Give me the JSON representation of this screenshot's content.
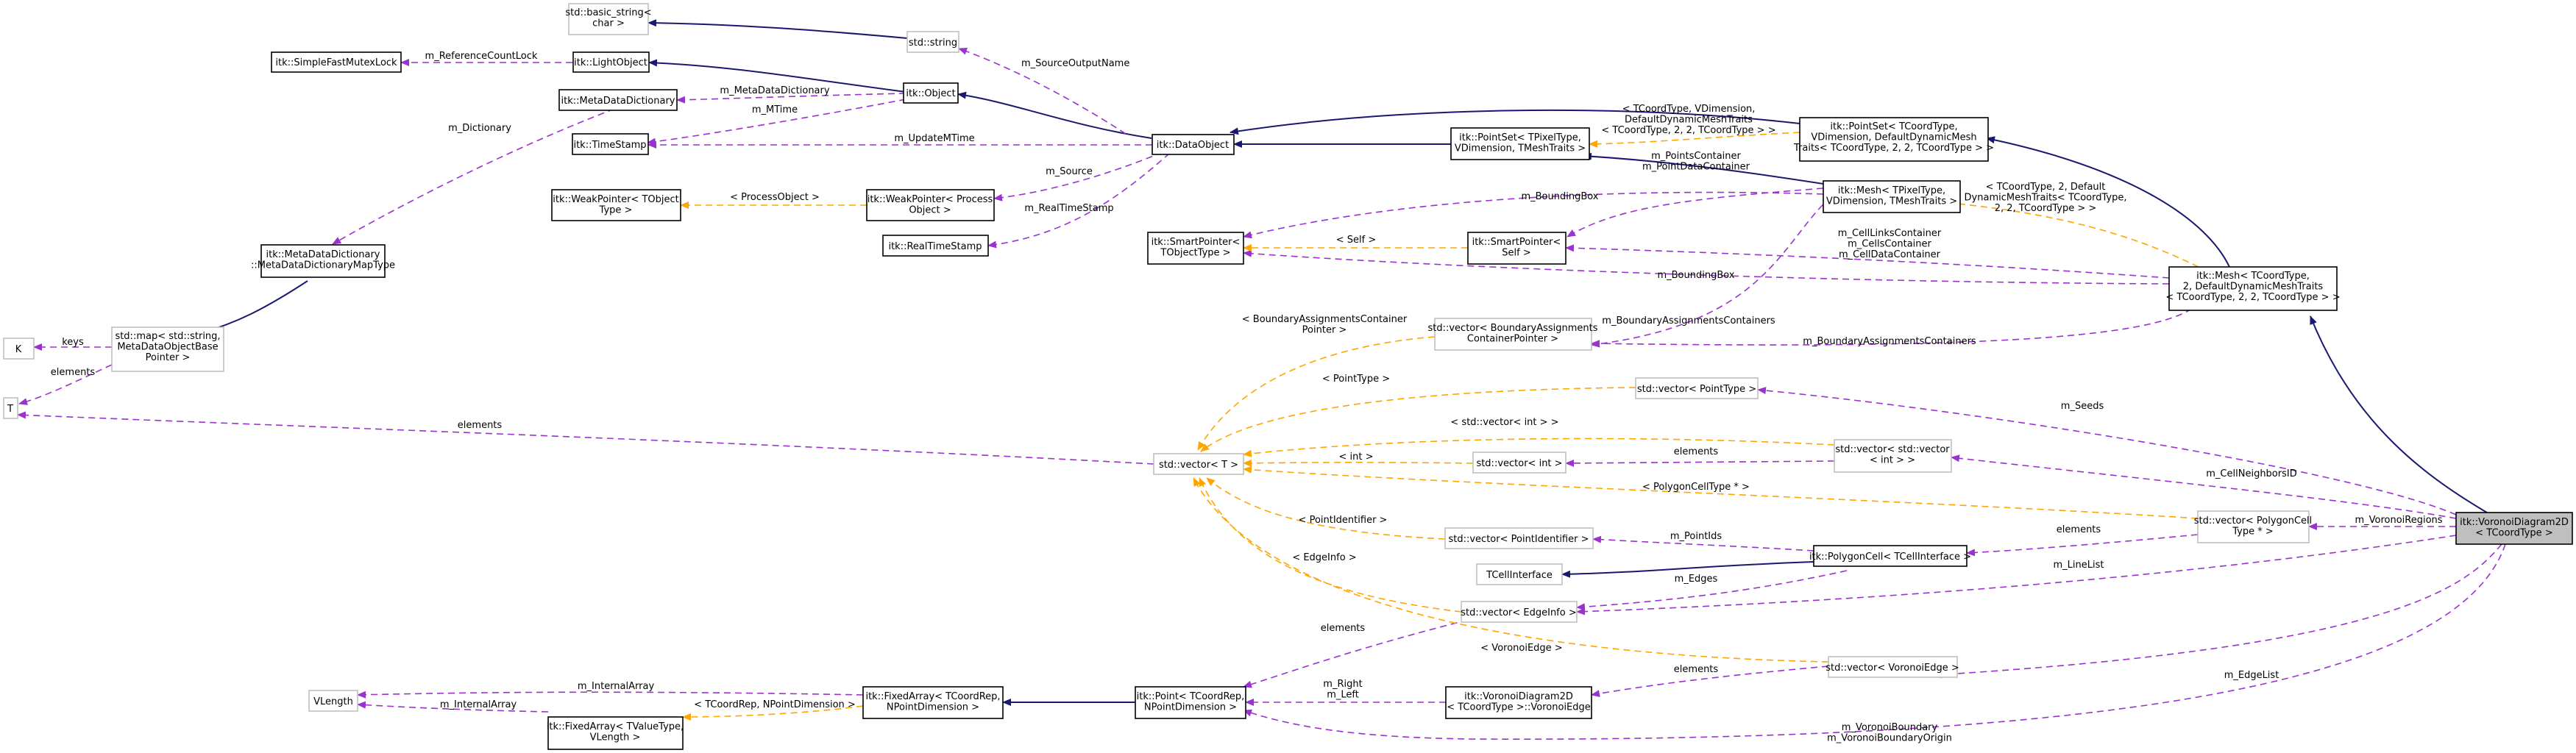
{
  "nodes": {
    "basic_string": [
      "std::basic_string<",
      "char >"
    ],
    "string": [
      "std::string"
    ],
    "simple_fast_mutex": [
      "itk::SimpleFastMutexLock"
    ],
    "light_object": [
      "itk::LightObject"
    ],
    "object": [
      "itk::Object"
    ],
    "meta_data_dictionary": [
      "itk::MetaDataDictionary"
    ],
    "time_stamp": [
      "itk::TimeStamp"
    ],
    "data_object": [
      "itk::DataObject"
    ],
    "weak_pointer_tobject": [
      "itk::WeakPointer< TObject",
      "Type >"
    ],
    "weak_pointer_process": [
      "itk::WeakPointer< Process",
      "Object >"
    ],
    "real_time_stamp": [
      "itk::RealTimeStamp"
    ],
    "mdd_map_type": [
      "itk::MetaDataDictionary",
      "::MetaDataDictionaryMapType"
    ],
    "k": [
      "K"
    ],
    "std_map": [
      "std::map< std::string,",
      "MetaDataObjectBase",
      "Pointer >"
    ],
    "t": [
      "T"
    ],
    "point_set_tpixel": [
      "itk::PointSet< TPixelType,",
      "VDimension, TMeshTraits >"
    ],
    "point_set_tcoord": [
      "itk::PointSet< TCoordType,",
      "VDimension, DefaultDynamicMesh",
      "Traits< TCoordType, 2, 2, TCoordType > >"
    ],
    "mesh_tpixel": [
      "itk::Mesh< TPixelType,",
      "VDimension, TMeshTraits >"
    ],
    "smart_pointer_tobject": [
      "itk::SmartPointer<",
      "TObjectType >"
    ],
    "smart_pointer_self": [
      "itk::SmartPointer<",
      "Self >"
    ],
    "mesh_tcoord": [
      "itk::Mesh< TCoordType,",
      "2, DefaultDynamicMeshTraits",
      "< TCoordType, 2, 2, TCoordType > >"
    ],
    "vector_bac": [
      "std::vector< BoundaryAssignments",
      "ContainerPointer >"
    ],
    "vector_point_type": [
      "std::vector< PointType >"
    ],
    "vector_t": [
      "std::vector< T >"
    ],
    "vector_int": [
      "std::vector< int >"
    ],
    "vector_vector_int": [
      "std::vector< std::vector",
      "< int > >"
    ],
    "vector_polygon_cell": [
      "std::vector< PolygonCell",
      "Type * >"
    ],
    "voronoi_diagram": [
      "itk::VoronoiDiagram2D",
      "< TCoordType >"
    ],
    "vector_point_identifier": [
      "std::vector< PointIdentifier >"
    ],
    "polygon_cell": [
      "itk::PolygonCell< TCellInterface >"
    ],
    "tcell_interface": [
      "TCellInterface"
    ],
    "vector_edge_info": [
      "std::vector< EdgeInfo >"
    ],
    "vlength": [
      "VLength"
    ],
    "fixed_array_tcoord": [
      "itk::FixedArray< TCoordRep,",
      "NPointDimension >"
    ],
    "fixed_array_tvalue": [
      "itk::FixedArray< TValueType,",
      "VLength >"
    ],
    "point_tcoord": [
      "itk::Point< TCoordRep,",
      "NPointDimension >"
    ],
    "voronoi_edge_class": [
      "itk::VoronoiDiagram2D",
      "< TCoordType >::VoronoiEdge"
    ],
    "vector_voronoi_edge": [
      "std::vector< VoronoiEdge >"
    ]
  },
  "edge_labels": {
    "m_source_output_name": [
      "m_SourceOutputName"
    ],
    "m_reference_count_lock": [
      "m_ReferenceCountLock"
    ],
    "m_meta_data_dictionary": [
      "m_MetaDataDictionary"
    ],
    "m_mtime": [
      "m_MTime"
    ],
    "m_update_mtime": [
      "m_UpdateMTime"
    ],
    "m_dictionary": [
      "m_Dictionary"
    ],
    "m_source": [
      "m_Source"
    ],
    "process_object": [
      "< ProcessObject >"
    ],
    "m_real_time_stamp": [
      "m_RealTimeStamp"
    ],
    "keys": [
      "keys"
    ],
    "elements_map": [
      "elements"
    ],
    "point_set_tpl": [
      "< TCoordType, VDimension,",
      "DefaultDynamicMeshTraits",
      "< TCoordType, 2, 2, TCoordType > >"
    ],
    "m_points_container": [
      "m_PointsContainer",
      "m_PointDataContainer"
    ],
    "m_bounding_box_1": [
      "m_BoundingBox"
    ],
    "self_tpl": [
      "< Self >"
    ],
    "mesh_tpl": [
      "< TCoordType, 2, Default",
      "DynamicMeshTraits< TCoordType,",
      "2, 2, TCoordType > >"
    ],
    "m_cell_links": [
      "m_CellLinksContainer",
      "m_CellsContainer",
      "m_CellDataContainer"
    ],
    "m_bounding_box_2": [
      "m_BoundingBox"
    ],
    "bac_tpl": [
      "< BoundaryAssignmentsContainer",
      "Pointer >"
    ],
    "m_bac_1": [
      "m_BoundaryAssignmentsContainers"
    ],
    "m_bac_2": [
      "m_BoundaryAssignmentsContainers"
    ],
    "point_type_tpl": [
      "< PointType >"
    ],
    "m_seeds": [
      "m_Seeds"
    ],
    "elements_t": [
      "elements"
    ],
    "vector_int_tpl": [
      "< std::vector< int > >"
    ],
    "int_tpl": [
      "< int >"
    ],
    "elements_int": [
      "elements"
    ],
    "m_cell_neighbors": [
      "m_CellNeighborsID"
    ],
    "polygon_cell_tpl": [
      "< PolygonCellType * >"
    ],
    "m_voronoi_regions": [
      "m_VoronoiRegions"
    ],
    "point_identifier_tpl": [
      "< PointIdentifier >"
    ],
    "m_point_ids": [
      "m_PointIds"
    ],
    "elements_pc": [
      "elements"
    ],
    "edge_info_tpl": [
      "< EdgeInfo >"
    ],
    "m_edges": [
      "m_Edges"
    ],
    "m_line_list": [
      "m_LineList"
    ],
    "elements_ei": [
      "elements"
    ],
    "voronoi_edge_tpl": [
      "< VoronoiEdge >"
    ],
    "elements_ve": [
      "elements"
    ],
    "m_edge_list": [
      "m_EdgeList"
    ],
    "m_internal_array_1": [
      "m_InternalArray"
    ],
    "tcoord_rep_tpl": [
      "< TCoordRep, NPointDimension >"
    ],
    "m_internal_array_2": [
      "m_InternalArray"
    ],
    "m_right_left": [
      "m_Right",
      "m_Left"
    ],
    "m_voronoi_boundary": [
      "m_VoronoiBoundary",
      "m_VoronoiBoundaryOrigin"
    ]
  },
  "colors": {
    "inheritance": "#191970",
    "usage": "#9a32cd",
    "template": "#ffa500",
    "focus_fill": "#bfbfbf",
    "undocumented_border": "#bfbfbf"
  }
}
